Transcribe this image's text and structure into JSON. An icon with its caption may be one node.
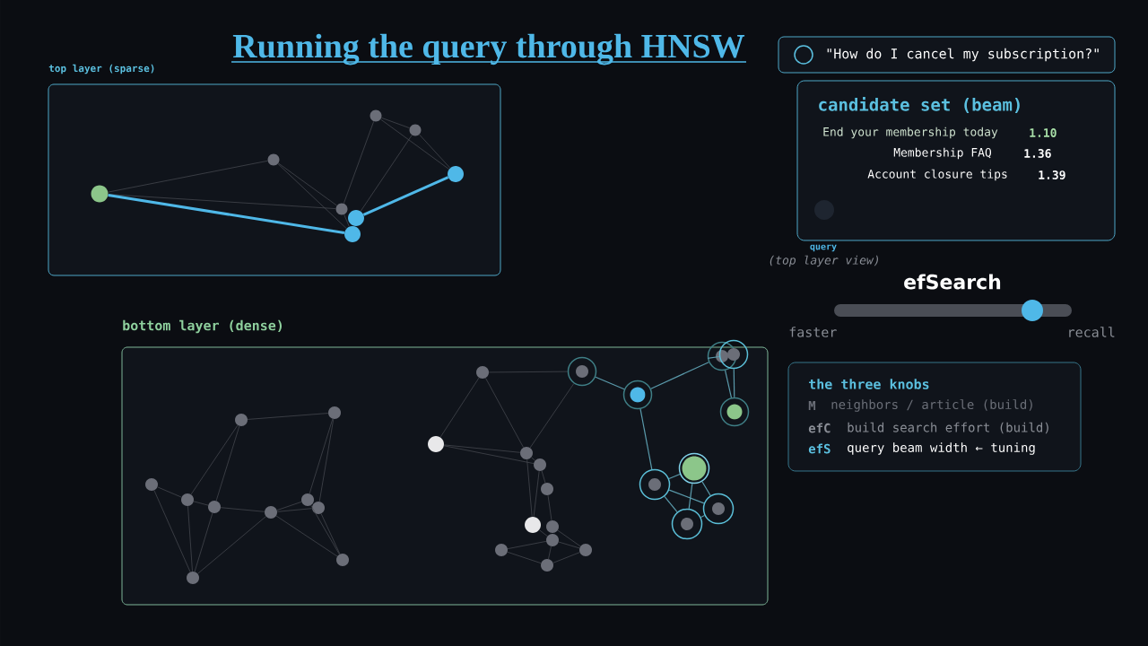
{
  "diagram": {
    "title": "Running the query through HNSW",
    "nodes": [
      {
        "text": [
          "top layer (sparse)"
        ]
      },
      {
        "text": [],
        "shape": "circle",
        "in": 0
      },
      {
        "text": [],
        "shape": "circle",
        "in": 0
      },
      {
        "text": [],
        "shape": "circle",
        "in": 0
      },
      {
        "text": [],
        "shape": "circle",
        "in": 0
      },
      {
        "text": [],
        "shape": "circle",
        "in": 0
      },
      {
        "text": [],
        "shape": "circle",
        "in": 0
      },
      {
        "text": [],
        "shape": "circle",
        "in": 0
      },
      {
        "text": [],
        "shape": "circle",
        "in": 0
      },
      {
        "text": [
          "bottom layer (dense)"
        ]
      },
      {
        "text": [],
        "shape": "circle",
        "in": 9
      },
      {
        "text": [],
        "shape": "circle",
        "in": 9
      },
      {
        "text": [],
        "shape": "circle",
        "in": 9
      },
      {
        "text": [],
        "shape": "circle",
        "in": 9
      },
      {
        "text": [],
        "shape": "circle",
        "in": 9
      },
      {
        "text": [],
        "shape": "circle",
        "in": 9
      },
      {
        "text": [],
        "shape": "circle",
        "in": 9
      },
      {
        "text": [],
        "shape": "circle",
        "in": 9
      },
      {
        "text": [],
        "shape": "circle",
        "in": 9
      },
      {
        "text": [],
        "shape": "circle",
        "in": 9
      },
      {
        "text": [],
        "shape": "circle",
        "in": 9
      },
      {
        "text": [],
        "shape": "circle",
        "in": 9
      },
      {
        "text": [],
        "shape": "circle",
        "in": 9
      },
      {
        "text": [],
        "shape": "circle",
        "in": 9
      },
      {
        "text": [],
        "shape": "circle",
        "in": 9
      },
      {
        "text": [],
        "shape": "circle",
        "in": 9
      },
      {
        "text": [],
        "shape": "circle",
        "in": 9
      },
      {
        "text": [],
        "shape": "circle",
        "in": 9
      },
      {
        "text": [],
        "shape": "circle",
        "in": 9
      },
      {
        "text": [],
        "shape": "circle",
        "in": 9
      },
      {
        "text": [],
        "shape": "circle",
        "in": 9
      },
      {
        "text": [],
        "shape": "circle",
        "in": 9
      },
      {
        "text": [],
        "shape": "circle",
        "in": 9
      },
      {
        "text": [],
        "shape": "circle",
        "in": 9
      },
      {
        "text": [],
        "shape": "circle",
        "in": 9
      },
      {
        "text": [],
        "shape": "circle",
        "in": 9
      },
      {
        "text": [],
        "shape": "circle",
        "in": 9
      },
      {
        "text": [],
        "shape": "circle",
        "in": 9
      },
      {
        "text": [],
        "shape": "circle",
        "in": 9
      },
      {
        "text": [],
        "shape": "circle",
        "in": 9
      },
      {
        "text": [
          "\"How do I cancel my subscription?\""
        ]
      },
      {
        "text": [
          "candidate set (beam)",
          "End your membership today",
          "1.10",
          "Membership FAQ",
          "1.36",
          "Account closure tips",
          "1.39"
        ]
      },
      {
        "text": [
          "the three knobs",
          "M",
          "neighbors / article (build)",
          "efC",
          "build search effort (build)",
          "efS",
          "query beam width ← tuning"
        ]
      }
    ],
    "edges": [
      {
        "from": 1,
        "to": 2,
        "arrow": "none"
      },
      {
        "from": 1,
        "to": 6,
        "arrow": "none"
      },
      {
        "from": 2,
        "to": 6,
        "arrow": "none"
      },
      {
        "from": 2,
        "to": 8,
        "arrow": "none"
      },
      {
        "from": 3,
        "to": 6,
        "arrow": "none"
      },
      {
        "from": 3,
        "to": 4,
        "arrow": "none"
      },
      {
        "from": 3,
        "to": 5,
        "arrow": "none"
      },
      {
        "from": 4,
        "to": 5,
        "arrow": "none"
      },
      {
        "from": 4,
        "to": 7,
        "arrow": "none"
      },
      {
        "from": 6,
        "to": 8,
        "arrow": "none"
      },
      {
        "from": 1,
        "to": 8,
        "arrow": "none",
        "style": "thick",
        "color": "#4fb8e8"
      },
      {
        "from": 7,
        "to": 5,
        "arrow": "none",
        "style": "thick",
        "color": "#4fb8e8"
      },
      {
        "from": 10,
        "to": 11,
        "arrow": "none"
      },
      {
        "from": 10,
        "to": 13,
        "arrow": "none"
      },
      {
        "from": 10,
        "to": 14,
        "arrow": "none"
      },
      {
        "from": 11,
        "to": 16,
        "arrow": "none"
      },
      {
        "from": 11,
        "to": 17,
        "arrow": "none"
      },
      {
        "from": 12,
        "to": 13,
        "arrow": "none"
      },
      {
        "from": 12,
        "to": 18,
        "arrow": "none"
      },
      {
        "from": 13,
        "to": 14,
        "arrow": "none"
      },
      {
        "from": 13,
        "to": 18,
        "arrow": "none"
      },
      {
        "from": 14,
        "to": 15,
        "arrow": "none"
      },
      {
        "from": 14,
        "to": 18,
        "arrow": "none"
      },
      {
        "from": 15,
        "to": 16,
        "arrow": "none"
      },
      {
        "from": 15,
        "to": 17,
        "arrow": "none"
      },
      {
        "from": 15,
        "to": 19,
        "arrow": "none"
      },
      {
        "from": 15,
        "to": 18,
        "arrow": "none"
      },
      {
        "from": 16,
        "to": 19,
        "arrow": "none"
      },
      {
        "from": 17,
        "to": 19,
        "arrow": "none"
      },
      {
        "from": 20,
        "to": 21,
        "arrow": "none"
      },
      {
        "from": 20,
        "to": 22,
        "arrow": "none"
      },
      {
        "from": 20,
        "to": 31,
        "arrow": "none"
      },
      {
        "from": 31,
        "to": 22,
        "arrow": "none"
      },
      {
        "from": 21,
        "to": 22,
        "arrow": "none"
      },
      {
        "from": 21,
        "to": 23,
        "arrow": "none"
      },
      {
        "from": 22,
        "to": 25,
        "arrow": "none"
      },
      {
        "from": 22,
        "to": 23,
        "arrow": "none"
      },
      {
        "from": 23,
        "to": 24,
        "arrow": "none"
      },
      {
        "from": 23,
        "to": 25,
        "arrow": "none"
      },
      {
        "from": 24,
        "to": 26,
        "arrow": "none"
      },
      {
        "from": 25,
        "to": 27,
        "arrow": "none"
      },
      {
        "from": 28,
        "to": 27,
        "arrow": "none"
      },
      {
        "from": 28,
        "to": 30,
        "arrow": "none"
      },
      {
        "from": 27,
        "to": 29,
        "arrow": "none"
      },
      {
        "from": 26,
        "to": 29,
        "arrow": "none"
      },
      {
        "from": 30,
        "to": 29,
        "arrow": "none"
      },
      {
        "from": 27,
        "to": 30,
        "arrow": "none"
      },
      {
        "from": 31,
        "to": 32,
        "arrow": "none",
        "color": "#5a9aab"
      },
      {
        "from": 32,
        "to": 33,
        "arrow": "none",
        "color": "#5a9aab"
      },
      {
        "from": 33,
        "to": 34,
        "arrow": "none",
        "color": "#5a9aab"
      },
      {
        "from": 33,
        "to": 35,
        "arrow": "none",
        "color": "#5a9aab"
      },
      {
        "from": 34,
        "to": 35,
        "arrow": "none",
        "color": "#5a9aab"
      },
      {
        "from": 32,
        "to": 37,
        "arrow": "none",
        "color": "#5a9aab"
      },
      {
        "from": 37,
        "to": 36,
        "arrow": "none",
        "color": "#5a9aab"
      },
      {
        "from": 37,
        "to": 38,
        "arrow": "none",
        "color": "#5a9aab"
      },
      {
        "from": 37,
        "to": 39,
        "arrow": "none",
        "color": "#5a9aab"
      },
      {
        "from": 36,
        "to": 39,
        "arrow": "none",
        "color": "#5a9aab"
      },
      {
        "from": 36,
        "to": 38,
        "arrow": "none",
        "color": "#5a9aab"
      },
      {
        "from": 39,
        "to": 38,
        "arrow": "none",
        "color": "#5a9aab"
      }
    ],
    "labels": [
      "query",
      "(top layer view)",
      "efSearch",
      "faster",
      "recall"
    ]
  }
}
